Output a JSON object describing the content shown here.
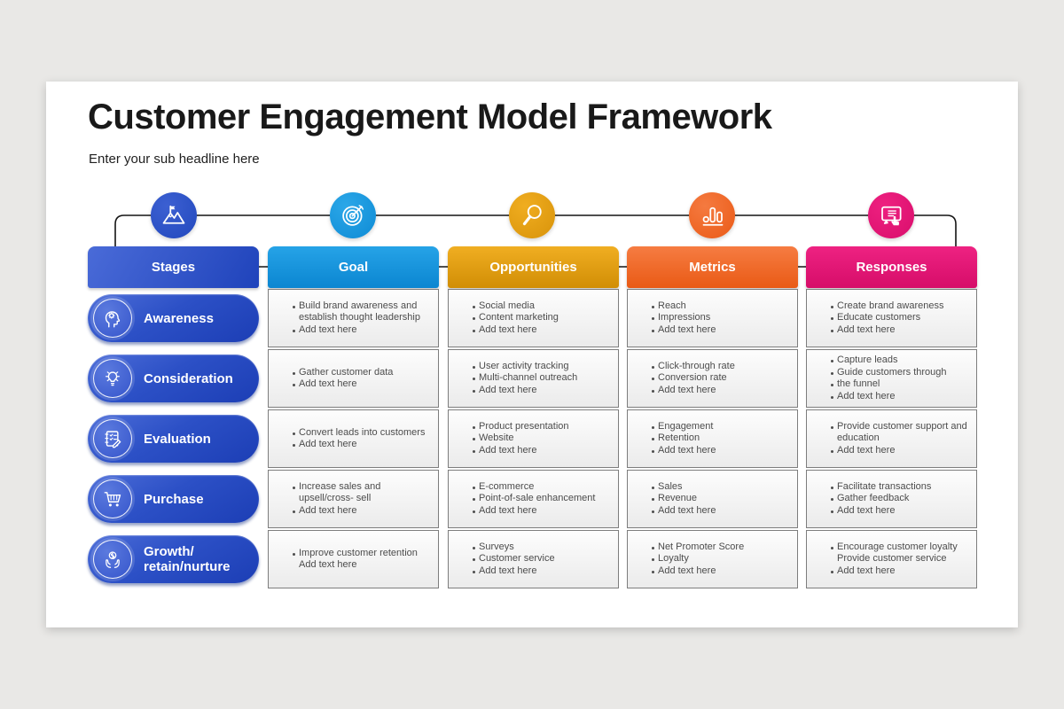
{
  "page": {
    "background_color": "#e9e8e6",
    "connector_color": "#141414"
  },
  "slide": {
    "title": "Customer Engagement Model Framework",
    "subtitle": "Enter your sub headline here"
  },
  "columns": [
    {
      "id": "stages",
      "label": "Stages",
      "icon": "mountain-flag-icon",
      "color": "#2d52c8"
    },
    {
      "id": "goal",
      "label": "Goal",
      "icon": "target-icon",
      "color": "#149ade"
    },
    {
      "id": "opportunities",
      "label": "Opportunities",
      "icon": "magnifier-icon",
      "color": "#e5a214"
    },
    {
      "id": "metrics",
      "label": "Metrics",
      "icon": "bar-chart-icon",
      "color": "#f2642a"
    },
    {
      "id": "responses",
      "label": "Responses",
      "icon": "tablet-hand-icon",
      "color": "#e70f72"
    }
  ],
  "stages": [
    {
      "label": "Awareness",
      "icon": "head-gear-icon"
    },
    {
      "label": "Consideration",
      "icon": "lightbulb-icon"
    },
    {
      "label": "Evaluation",
      "icon": "checklist-icon"
    },
    {
      "label": "Purchase",
      "icon": "cart-icon"
    },
    {
      "label": "Growth/\nretain/nurture",
      "icon": "hands-coin-icon"
    }
  ],
  "cells": {
    "goal": [
      [
        {
          "t": "Build brand awareness and establish thought leadership",
          "b": true
        },
        {
          "t": "Add text here",
          "b": true
        }
      ],
      [
        {
          "t": "Gather customer data",
          "b": true
        },
        {
          "t": "Add text here",
          "b": true
        }
      ],
      [
        {
          "t": "Convert leads into customers",
          "b": true
        },
        {
          "t": "Add text here",
          "b": true
        }
      ],
      [
        {
          "t": "Increase sales and upsell/cross- sell",
          "b": true
        },
        {
          "t": "Add text here",
          "b": true
        }
      ],
      [
        {
          "t": "Improve customer retention",
          "b": true
        },
        {
          "t": "Add text here",
          "b": false
        }
      ]
    ],
    "opportunities": [
      [
        {
          "t": "Social media",
          "b": true
        },
        {
          "t": "Content marketing",
          "b": true
        },
        {
          "t": "Add text here",
          "b": true
        }
      ],
      [
        {
          "t": "User activity tracking",
          "b": true
        },
        {
          "t": "Multi-channel outreach",
          "b": true
        },
        {
          "t": "Add text here",
          "b": true
        }
      ],
      [
        {
          "t": "Product presentation",
          "b": true
        },
        {
          "t": "Website",
          "b": true
        },
        {
          "t": "Add text here",
          "b": true
        }
      ],
      [
        {
          "t": "E-commerce",
          "b": true
        },
        {
          "t": "Point-of-sale enhancement",
          "b": true
        },
        {
          "t": "Add text here",
          "b": true
        }
      ],
      [
        {
          "t": "Surveys",
          "b": true
        },
        {
          "t": "Customer service",
          "b": true
        },
        {
          "t": "Add text here",
          "b": true
        }
      ]
    ],
    "metrics": [
      [
        {
          "t": "Reach",
          "b": true
        },
        {
          "t": "Impressions",
          "b": true
        },
        {
          "t": "Add text here",
          "b": true
        }
      ],
      [
        {
          "t": "Click-through rate",
          "b": true
        },
        {
          "t": "Conversion rate",
          "b": true
        },
        {
          "t": "Add text here",
          "b": true
        }
      ],
      [
        {
          "t": "Engagement",
          "b": true
        },
        {
          "t": "Retention",
          "b": true
        },
        {
          "t": "Add text here",
          "b": true
        }
      ],
      [
        {
          "t": "Sales",
          "b": true
        },
        {
          "t": "Revenue",
          "b": true
        },
        {
          "t": "Add text here",
          "b": true
        }
      ],
      [
        {
          "t": "Net Promoter Score",
          "b": true
        },
        {
          "t": "Loyalty",
          "b": true
        },
        {
          "t": "Add text here",
          "b": true
        }
      ]
    ],
    "responses": [
      [
        {
          "t": "Create brand awareness",
          "b": true
        },
        {
          "t": "Educate customers",
          "b": true
        },
        {
          "t": "Add text here",
          "b": true
        }
      ],
      [
        {
          "t": "Capture leads",
          "b": true
        },
        {
          "t": "Guide customers through",
          "b": true
        },
        {
          "t": "the funnel",
          "b": true
        },
        {
          "t": "Add text here",
          "b": true
        }
      ],
      [
        {
          "t": "Provide customer support and education",
          "b": true
        },
        {
          "t": "Add text here",
          "b": true
        }
      ],
      [
        {
          "t": "Facilitate transactions",
          "b": true
        },
        {
          "t": "Gather feedback",
          "b": true
        },
        {
          "t": "Add text here",
          "b": true
        }
      ],
      [
        {
          "t": "Encourage customer loyalty",
          "b": true
        },
        {
          "t": "Provide customer service",
          "b": false
        },
        {
          "t": "Add text here",
          "b": true
        }
      ]
    ]
  }
}
